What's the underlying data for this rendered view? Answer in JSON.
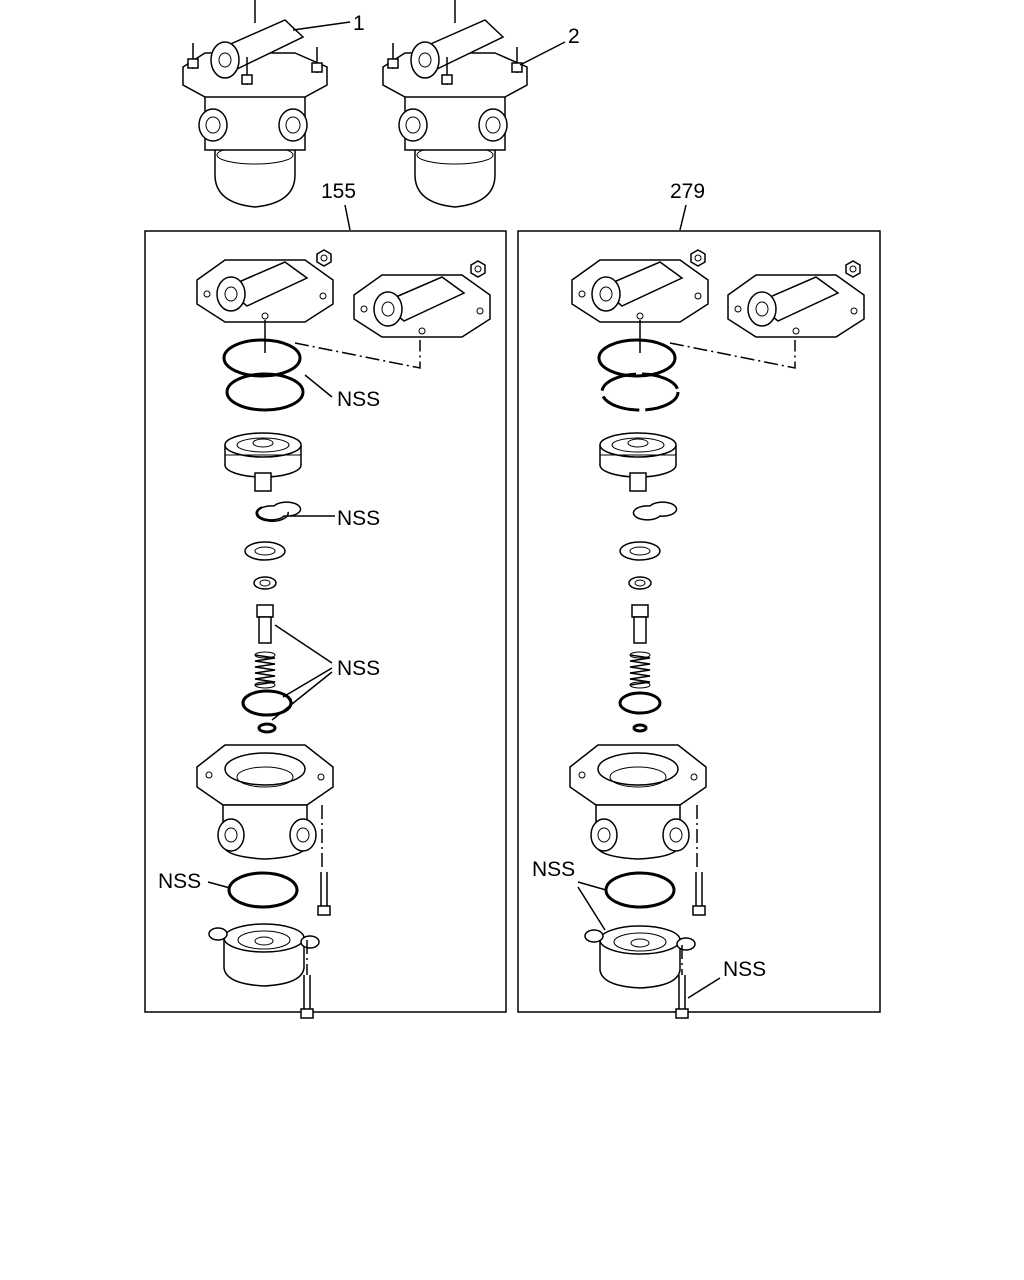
{
  "labels": {
    "item_1": "1",
    "item_2": "2",
    "kit_155": "155",
    "kit_279": "279",
    "nss": "NSS"
  }
}
